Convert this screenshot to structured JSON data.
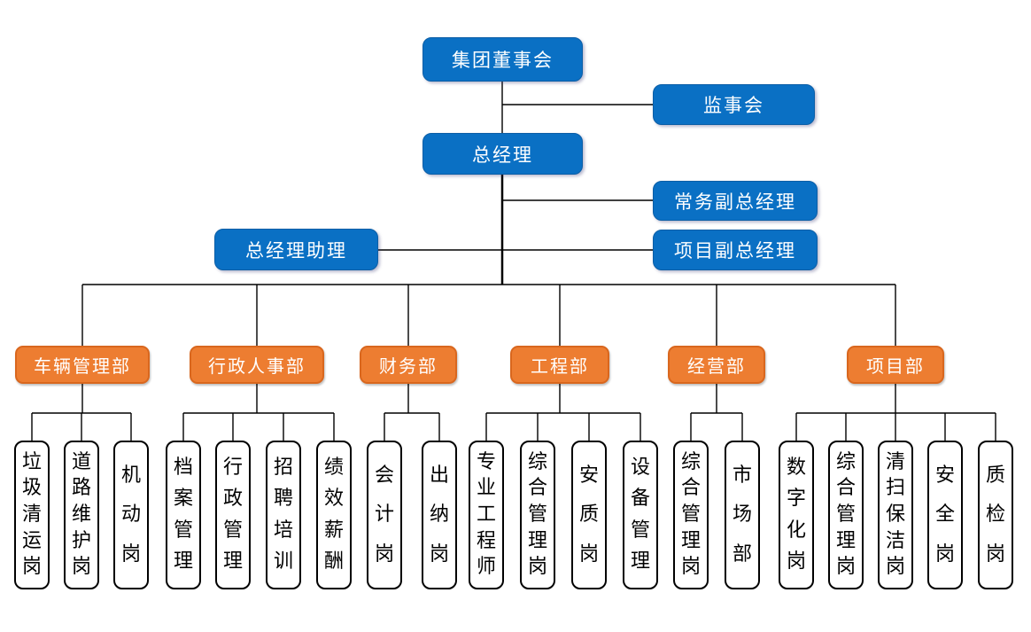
{
  "colors": {
    "executive_box": "#0a70c4",
    "executive_border": "#0b5ea6",
    "department_box": "#ed7d31",
    "department_border": "#d9671e",
    "position_box_bg": "#ffffff",
    "position_box_border": "#000000",
    "connector_line": "#000000",
    "text_on_boxes": "#ffffff",
    "text_on_positions": "#000000"
  },
  "executive": {
    "board": "集团董事会",
    "supervisory": "监事会",
    "gm": "总经理",
    "exec_deputy_gm": "常务副总经理",
    "gm_assistant": "总经理助理",
    "project_deputy_gm": "项目副总经理"
  },
  "departments": [
    {
      "name": "车辆管理部",
      "positions": [
        "垃圾清运岗",
        "道路维护岗",
        "机动岗"
      ]
    },
    {
      "name": "行政人事部",
      "positions": [
        "档案管理",
        "行政管理",
        "招聘培训",
        "绩效薪酬"
      ]
    },
    {
      "name": "财务部",
      "positions": [
        "会计岗",
        "出纳岗"
      ]
    },
    {
      "name": "工程部",
      "positions": [
        "专业工程师",
        "综合管理岗",
        "安质岗",
        "设备管理"
      ]
    },
    {
      "name": "经营部",
      "positions": [
        "综合管理岗",
        "市场部"
      ]
    },
    {
      "name": "项目部",
      "positions": [
        "数字化岗",
        "综合管理岗",
        "清扫保洁岗",
        "安全岗",
        "质检岗"
      ]
    }
  ]
}
